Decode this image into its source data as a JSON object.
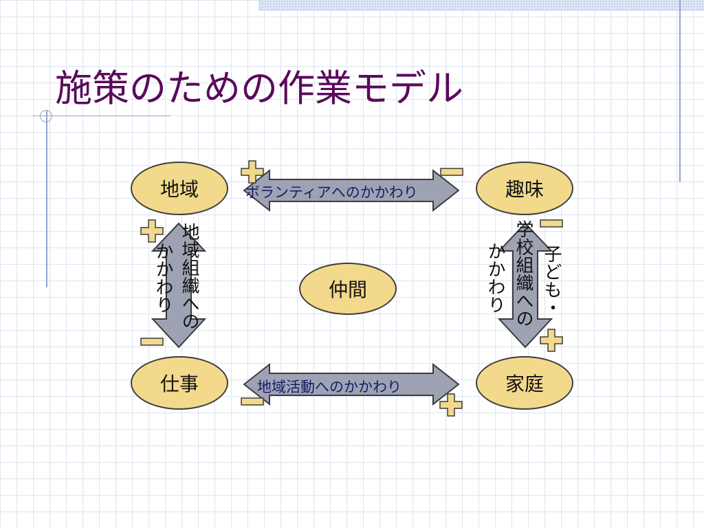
{
  "title": "施策のための作業モデル",
  "nodes": {
    "chiiki": "地域",
    "shumi": "趣味",
    "shigoto": "仕事",
    "katei": "家庭",
    "nakama": "仲間"
  },
  "arrows": {
    "top": "ボランティアへのかかわり",
    "bottom": "地域活動へのかかわり",
    "left_main": "地域組織への",
    "left_sub": "かかわり",
    "right_main": "学校組織への",
    "right_sub": "かかわり",
    "right_extra": "子ども・"
  },
  "signs": {
    "top_left": "+",
    "top_right": "−",
    "left_top": "+",
    "left_bottom": "−",
    "right_top": "−",
    "right_bottom": "+",
    "bottom_left": "−",
    "bottom_right": "+"
  },
  "colors": {
    "title": "#5a0a5a",
    "node_fill": "#f2d98c",
    "arrow_fill": "#9ea3b4",
    "label_text": "#1a1a66"
  }
}
